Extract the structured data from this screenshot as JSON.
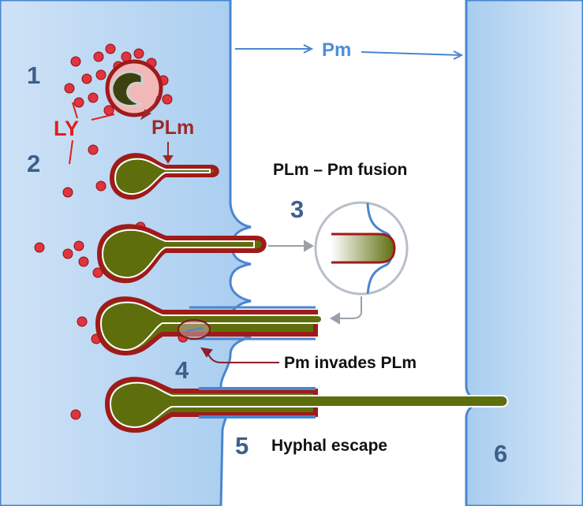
{
  "labels": {
    "pm": "Pm",
    "ly": "LY",
    "plm": "PLm",
    "fusion": "PLm – Pm fusion",
    "invades": "Pm invades PLm",
    "escape": "Hyphal escape"
  },
  "steps": [
    "1",
    "2",
    "3",
    "4",
    "5",
    "6"
  ],
  "colors": {
    "host_blue": "#5a9bd8",
    "membrane_blue": "#4a86d0",
    "lysosome_red": "#e0343f",
    "plm_red": "#a01a1a",
    "hypha_green": "#5f6e0d"
  }
}
